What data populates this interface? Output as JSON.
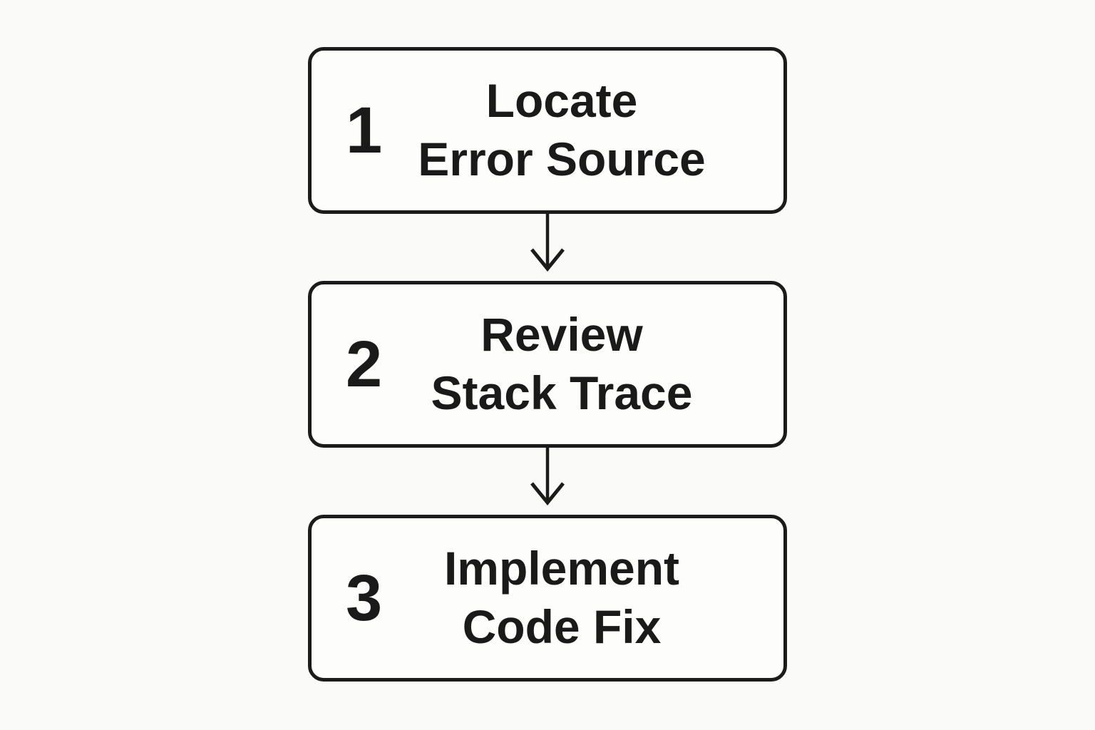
{
  "diagram": {
    "type": "flowchart-vertical",
    "steps": [
      {
        "number": "1",
        "title_line1": "Locate",
        "title_line2": "Error Source"
      },
      {
        "number": "2",
        "title_line1": "Review",
        "title_line2": "Stack Trace"
      },
      {
        "number": "3",
        "title_line1": "Implement",
        "title_line2": "Code Fix"
      }
    ],
    "connectors": [
      {
        "from": "1",
        "to": "2",
        "icon": "arrow-down-icon"
      },
      {
        "from": "2",
        "to": "3",
        "icon": "arrow-down-icon"
      }
    ],
    "colors": {
      "background": "#fafaf9",
      "box_fill": "#fdfdfc",
      "stroke": "#1b1b1b",
      "text": "#1a1a1a"
    }
  }
}
